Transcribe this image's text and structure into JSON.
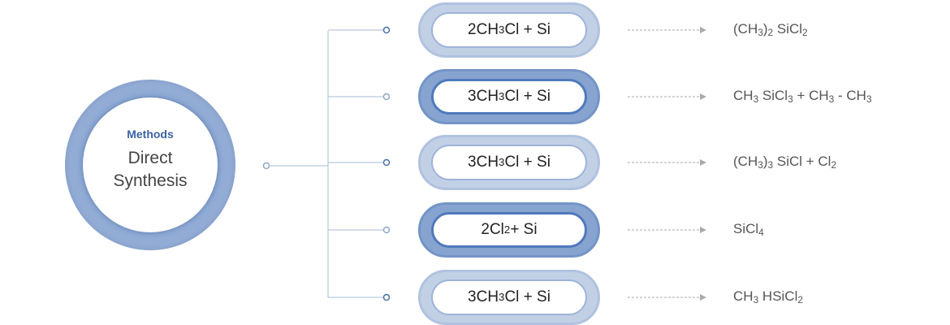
{
  "center": {
    "label": "Methods",
    "title_line1": "Direct",
    "title_line2": "Synthesis"
  },
  "colors": {
    "accent": "#3b63a6",
    "ring_dark": "#87a4d1",
    "ring_light": "#c2d0e6",
    "connector": "#a9bbd6",
    "arrow": "#aaaaaa"
  },
  "reactions": [
    {
      "variant": "light",
      "reactant": [
        {
          "t": "2CH"
        },
        {
          "t": "3",
          "sub": true
        },
        {
          "t": " Cl + Si"
        }
      ],
      "product": [
        {
          "t": "(CH"
        },
        {
          "t": "3",
          "sub": true
        },
        {
          "t": ")"
        },
        {
          "t": "2",
          "sub": true
        },
        {
          "t": " SiCl"
        },
        {
          "t": "2",
          "sub": true
        }
      ]
    },
    {
      "variant": "dark",
      "reactant": [
        {
          "t": "3CH"
        },
        {
          "t": "3",
          "sub": true
        },
        {
          "t": " Cl + Si"
        }
      ],
      "product": [
        {
          "t": "CH"
        },
        {
          "t": "3",
          "sub": true
        },
        {
          "t": " SiCl"
        },
        {
          "t": "3",
          "sub": true
        },
        {
          "t": " + CH"
        },
        {
          "t": "3",
          "sub": true
        },
        {
          "t": " - CH"
        },
        {
          "t": "3",
          "sub": true
        }
      ]
    },
    {
      "variant": "light",
      "reactant": [
        {
          "t": "3CH"
        },
        {
          "t": "3",
          "sub": true
        },
        {
          "t": " Cl + Si"
        }
      ],
      "product": [
        {
          "t": "(CH"
        },
        {
          "t": "3",
          "sub": true
        },
        {
          "t": ")"
        },
        {
          "t": "3",
          "sub": true
        },
        {
          "t": " SiCl + Cl"
        },
        {
          "t": "2",
          "sub": true
        }
      ]
    },
    {
      "variant": "dark",
      "reactant": [
        {
          "t": "2Cl"
        },
        {
          "t": "2",
          "sub": true
        },
        {
          "t": " + Si"
        }
      ],
      "product": [
        {
          "t": "SiCl"
        },
        {
          "t": "4",
          "sub": true
        }
      ]
    },
    {
      "variant": "light",
      "reactant": [
        {
          "t": "3CH"
        },
        {
          "t": "3",
          "sub": true
        },
        {
          "t": " Cl + Si"
        }
      ],
      "product": [
        {
          "t": "CH"
        },
        {
          "t": "3",
          "sub": true
        },
        {
          "t": " HSiCl"
        },
        {
          "t": "2",
          "sub": true
        }
      ]
    }
  ]
}
